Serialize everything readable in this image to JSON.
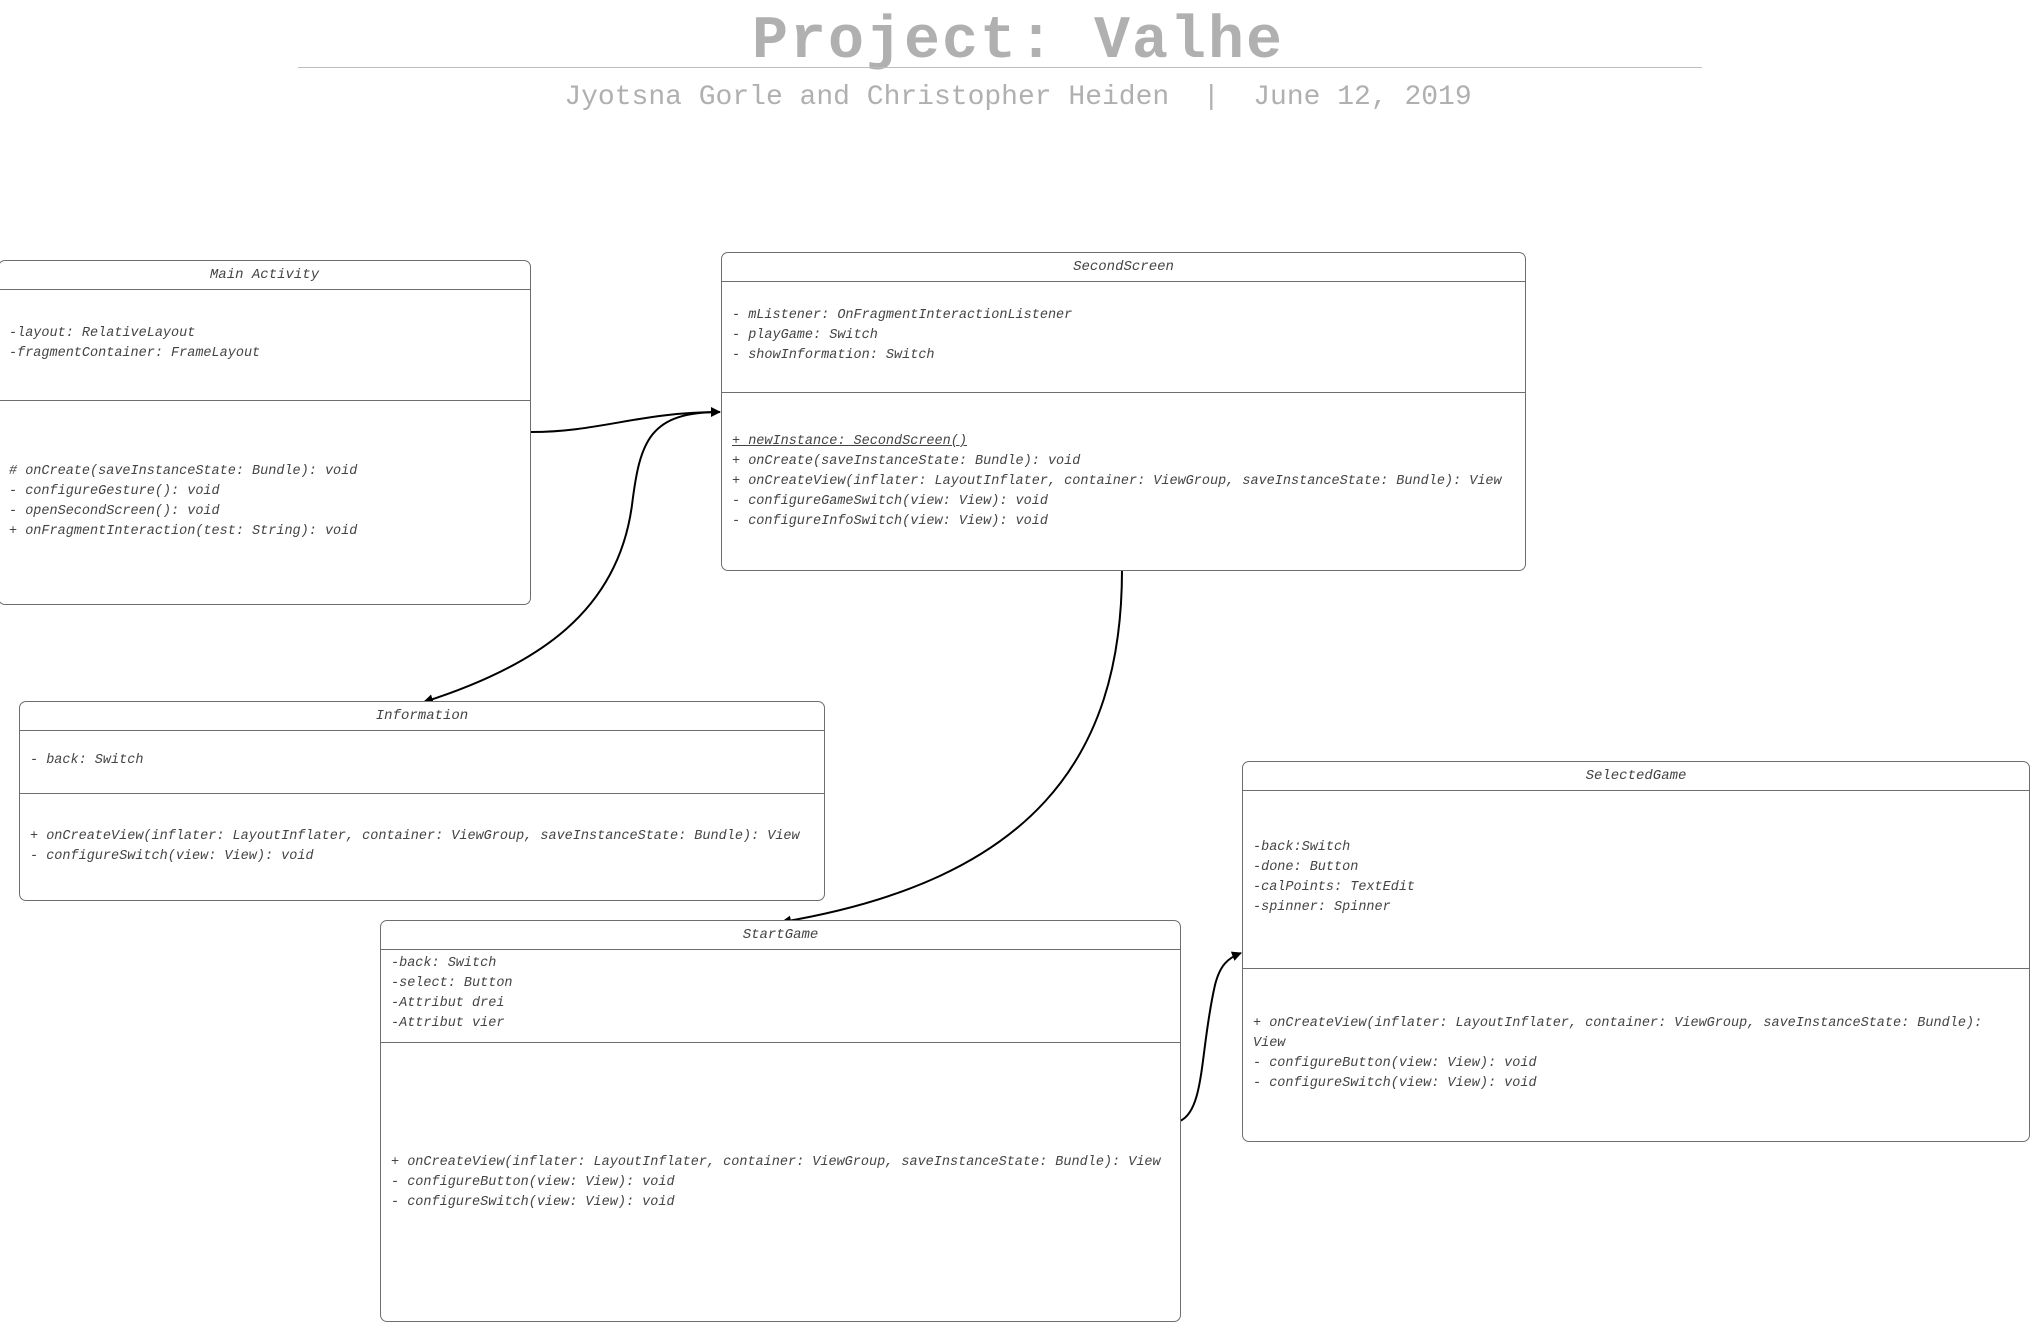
{
  "header": {
    "title": "Project: Valhe",
    "subtitle": "Jyotsna Gorle and Christopher Heiden  |  June 12, 2019"
  },
  "classes": {
    "main_activity": {
      "name": "Main Activity",
      "attributes": [
        "-layout: RelativeLayout",
        "-fragmentContainer: FrameLayout"
      ],
      "methods": [
        "# onCreate(saveInstanceState: Bundle): void",
        "- configureGesture(): void",
        "- openSecondScreen(): void",
        "+ onFragmentInteraction(test: String): void"
      ]
    },
    "second_screen": {
      "name": "SecondScreen",
      "attributes": [
        "- mListener: OnFragmentInteractionListener",
        "- playGame: Switch",
        "- showInformation: Switch"
      ],
      "methods": [
        "+ newInstance: SecondScreen()",
        "+ onCreate(saveInstanceState: Bundle): void",
        "+ onCreateView(inflater: LayoutInflater, container: ViewGroup, saveInstanceState: Bundle): View",
        "- configureGameSwitch(view: View): void",
        "- configureInfoSwitch(view: View): void"
      ]
    },
    "information": {
      "name": "Information",
      "attributes": [
        "- back: Switch"
      ],
      "methods": [
        "+ onCreateView(inflater: LayoutInflater, container: ViewGroup, saveInstanceState: Bundle): View",
        "- configureSwitch(view: View): void"
      ]
    },
    "selected_game": {
      "name": "SelectedGame",
      "attributes": [
        "-back:Switch",
        "-done: Button",
        "-calPoints: TextEdit",
        "-spinner: Spinner"
      ],
      "methods": [
        "+ onCreateView(inflater: LayoutInflater, container: ViewGroup, saveInstanceState: Bundle): View",
        "- configureButton(view: View): void",
        "- configureSwitch(view: View): void"
      ]
    },
    "start_game": {
      "name": "StartGame",
      "attributes": [
        "-back: Switch",
        "-select: Button",
        "-Attribut drei",
        "-Attribut vier"
      ],
      "methods": [
        "+ onCreateView(inflater: LayoutInflater, container: ViewGroup, saveInstanceState: Bundle): View",
        "- configureButton(view: View): void",
        "- configureSwitch(view: View): void"
      ]
    }
  },
  "colors": {
    "title": "#b0b0b0",
    "border": "#6e6e6e",
    "text": "#444444",
    "arrow": "#000000"
  }
}
